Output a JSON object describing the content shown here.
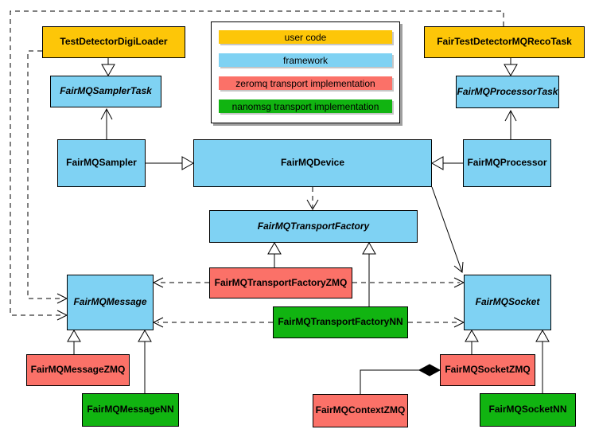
{
  "diagram_type": "uml-class-diagram",
  "colors": {
    "user_code": "#fdc608",
    "framework": "#7fd2f3",
    "zeromq_transport": "#fb7168",
    "nanomsg_transport": "#11b411",
    "border": "#000000",
    "background": "#ffffff"
  },
  "legend": {
    "items": [
      {
        "label": "user code",
        "color": "#fdc608"
      },
      {
        "label": "framework",
        "color": "#7fd2f3"
      },
      {
        "label": "zeromq transport implementation",
        "color": "#fb7168"
      },
      {
        "label": "nanomsg transport implementation",
        "color": "#11b411"
      }
    ]
  },
  "nodes": [
    {
      "label": "TestDetectorDigiLoader",
      "category": "user code",
      "abstract": false
    },
    {
      "label": "FairTestDetectorMQRecoTask",
      "category": "user code",
      "abstract": false
    },
    {
      "label": "FairMQSamplerTask",
      "category": "framework",
      "abstract": true
    },
    {
      "label": "FairMQProcessorTask",
      "category": "framework",
      "abstract": true
    },
    {
      "label": "FairMQSampler",
      "category": "framework",
      "abstract": false
    },
    {
      "label": "FairMQDevice",
      "category": "framework",
      "abstract": false
    },
    {
      "label": "FairMQProcessor",
      "category": "framework",
      "abstract": false
    },
    {
      "label": "FairMQTransportFactory",
      "category": "framework",
      "abstract": true
    },
    {
      "label": "FairMQTransportFactoryZMQ",
      "category": "zeromq transport implementation",
      "abstract": false
    },
    {
      "label": "FairMQTransportFactoryNN",
      "category": "nanomsg transport implementation",
      "abstract": false
    },
    {
      "label": "FairMQMessage",
      "category": "framework",
      "abstract": true
    },
    {
      "label": "FairMQSocket",
      "category": "framework",
      "abstract": true
    },
    {
      "label": "FairMQMessageZMQ",
      "category": "zeromq transport implementation",
      "abstract": false
    },
    {
      "label": "FairMQMessageNN",
      "category": "nanomsg transport implementation",
      "abstract": false
    },
    {
      "label": "FairMQSocketZMQ",
      "category": "zeromq transport implementation",
      "abstract": false
    },
    {
      "label": "FairMQSocketNN",
      "category": "nanomsg transport implementation",
      "abstract": false
    },
    {
      "label": "FairMQContextZMQ",
      "category": "zeromq transport implementation",
      "abstract": false
    }
  ],
  "edges": [
    {
      "from": "TestDetectorDigiLoader",
      "to": "FairMQSamplerTask",
      "type": "generalization"
    },
    {
      "from": "FairTestDetectorMQRecoTask",
      "to": "FairMQProcessorTask",
      "type": "generalization"
    },
    {
      "from": "FairMQSampler",
      "to": "FairMQDevice",
      "type": "generalization"
    },
    {
      "from": "FairMQProcessor",
      "to": "FairMQDevice",
      "type": "generalization"
    },
    {
      "from": "FairMQSampler",
      "to": "FairMQSamplerTask",
      "type": "association-arrow"
    },
    {
      "from": "FairMQProcessor",
      "to": "FairMQProcessorTask",
      "type": "association-arrow"
    },
    {
      "from": "FairMQDevice",
      "to": "FairMQTransportFactory",
      "type": "dependency-dashed"
    },
    {
      "from": "FairMQDevice",
      "to": "FairMQSocket",
      "type": "association-arrow"
    },
    {
      "from": "FairMQTransportFactoryZMQ",
      "to": "FairMQTransportFactory",
      "type": "generalization"
    },
    {
      "from": "FairMQTransportFactoryNN",
      "to": "FairMQTransportFactory",
      "type": "generalization"
    },
    {
      "from": "FairMQTransportFactoryZMQ",
      "to": "FairMQMessage",
      "type": "dependency-dashed"
    },
    {
      "from": "FairMQTransportFactoryZMQ",
      "to": "FairMQSocket",
      "type": "dependency-dashed"
    },
    {
      "from": "FairMQTransportFactoryNN",
      "to": "FairMQMessage",
      "type": "dependency-dashed"
    },
    {
      "from": "FairMQTransportFactoryNN",
      "to": "FairMQSocket",
      "type": "dependency-dashed"
    },
    {
      "from": "TestDetectorDigiLoader",
      "to": "FairMQMessage",
      "type": "dependency-dashed"
    },
    {
      "from": "FairTestDetectorMQRecoTask",
      "to": "FairMQMessage",
      "type": "dependency-dashed"
    },
    {
      "from": "FairMQMessageZMQ",
      "to": "FairMQMessage",
      "type": "generalization"
    },
    {
      "from": "FairMQMessageNN",
      "to": "FairMQMessage",
      "type": "generalization"
    },
    {
      "from": "FairMQSocketZMQ",
      "to": "FairMQSocket",
      "type": "generalization"
    },
    {
      "from": "FairMQSocketNN",
      "to": "FairMQSocket",
      "type": "generalization"
    },
    {
      "from": "FairMQContextZMQ",
      "to": "FairMQSocketZMQ",
      "type": "composition"
    }
  ]
}
